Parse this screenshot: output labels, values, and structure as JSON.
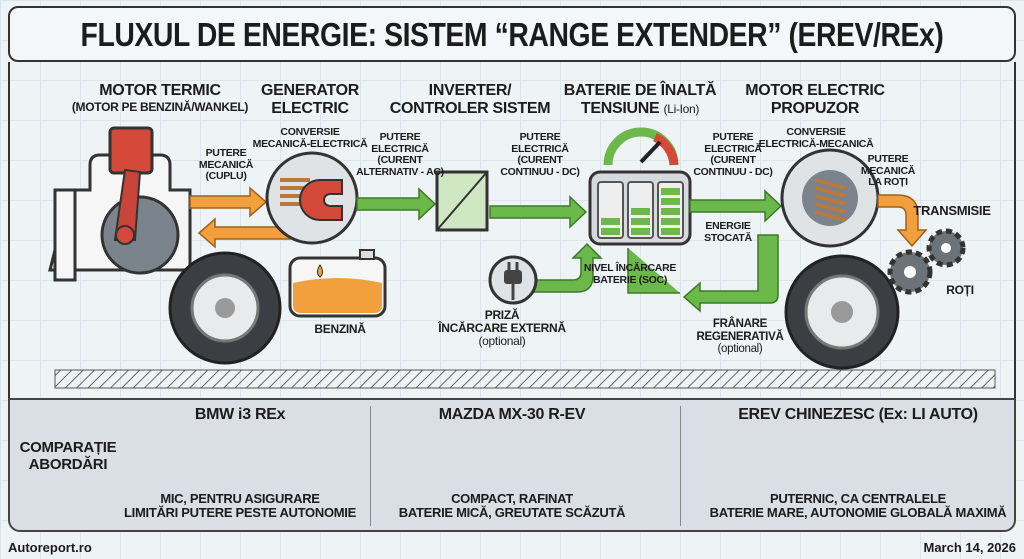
{
  "title": "FLUXUL DE ENERGIE: SISTEM “RANGE EXTENDER” (EREV/REx)",
  "sections": {
    "motor_termic": {
      "line1": "MOTOR TERMIC",
      "line2": "(MOTOR PE BENZINĂ/WANKEL)"
    },
    "generator": {
      "line1": "GENERATOR",
      "line2": "ELECTRIC"
    },
    "inverter": {
      "line1": "INVERTER/",
      "line2": "CONTROLER SISTEM"
    },
    "baterie": {
      "line1": "BATERIE DE ÎNALTĂ",
      "line2": "TENSIUNE",
      "line2_suffix": "(Li-Ion)"
    },
    "motor_electric": {
      "line1": "MOTOR ELECTRIC",
      "line2": "PROPUZOR"
    }
  },
  "labels": {
    "putere_mecanica": [
      "PUTERE",
      "MECANICĂ",
      "(CUPLU)"
    ],
    "conversie_me": [
      "CONVERSIE",
      "MECANICĂ-ELECTRICĂ"
    ],
    "putere_ac": [
      "PUTERE",
      "ELECTRICĂ",
      "(CURENT",
      "ALTERNATIV - AC)"
    ],
    "putere_dc1": [
      "PUTERE",
      "ELECTRICĂ",
      "(CURENT",
      "CONTINUU - DC)"
    ],
    "putere_dc2": [
      "PUTERE",
      "ELECTRICĂ",
      "(CURENT",
      "CONTINUU - DC)"
    ],
    "conversie_em": [
      "CONVERSIE",
      "ELECTRICĂ-MECANICĂ"
    ],
    "putere_roti": [
      "PUTERE",
      "MECANICĂ",
      "LA ROȚI"
    ],
    "transmisie": "TRANSMISIE",
    "energie": [
      "ENERGIE",
      "STOCATĂ"
    ],
    "soc": [
      "NIVEL ÎNCĂRCARE",
      "BATERIE (SOC)"
    ],
    "priza": [
      "PRIZĂ",
      "ÎNCĂRCARE EXTERNĂ",
      "(optional)"
    ],
    "franare": [
      "FRÂNARE",
      "REGENERATIVĂ",
      "(optional)"
    ],
    "roti": "ROȚI",
    "benzina": "BENZINĂ"
  },
  "comparison": {
    "label": [
      "COMPARAȚIE",
      "ABORDĂRI"
    ],
    "items": [
      {
        "title": "BMW i3 REx",
        "desc": [
          "MIC, PENTRU ASIGURARE",
          "LIMITĂRI PUTERE PESTE AUTONOMIE"
        ],
        "icons": [
          "engine-icon",
          "fuel-tank-icon"
        ]
      },
      {
        "title": "MAZDA MX-30 R-EV",
        "desc": [
          "COMPACT, RAFINAT",
          "BATERIE MICĂ, GREUTATE SCĂZUTĂ"
        ],
        "icons": [
          "rotary-engine-icon",
          "small-battery-icon"
        ]
      },
      {
        "title": "EREV CHINEZESC (Ex: LI AUTO)",
        "desc": [
          "PUTERNIC, CA CENTRALELE",
          "BATERIE MARE, AUTONOMIE GLOBALĂ MAXIMĂ"
        ],
        "icons": [
          "generator-motor-icon",
          "large-battery-icon"
        ]
      }
    ]
  },
  "footer": {
    "source": "Autoreport.ro",
    "date": "March 14, 2026"
  },
  "colors": {
    "electric": "#6cb84a",
    "mechanical": "#f2a03d",
    "engine": "#d4493a",
    "panel": "#d9dfe4"
  }
}
